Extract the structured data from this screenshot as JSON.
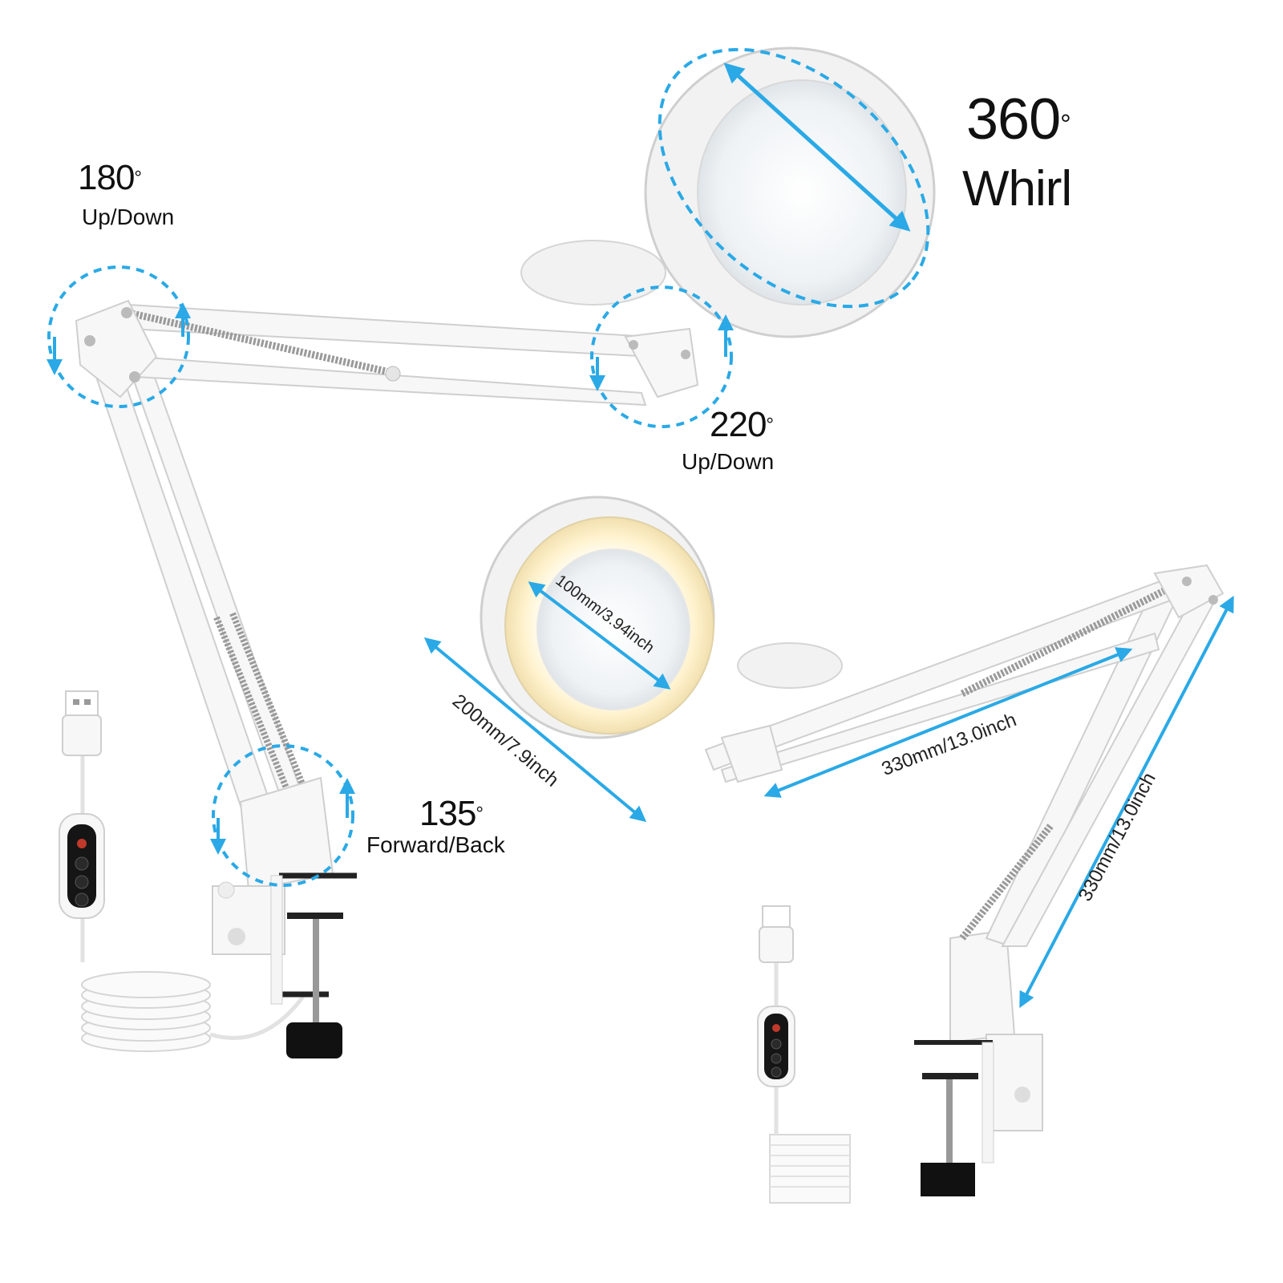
{
  "colors": {
    "accent": "#2aa9e6",
    "lamp_white": "#f4f4f4",
    "lamp_edge": "#cfcfcf",
    "led_warm": "#fff2cc",
    "knob": "#111111"
  },
  "rotation_labels": {
    "top_left": {
      "value": "180",
      "degree": "°",
      "caption": "Up/Down"
    },
    "middle": {
      "value": "220",
      "degree": "°",
      "caption": "Up/Down"
    },
    "bottom": {
      "value": "135",
      "degree": "°",
      "caption": "Forward/Back"
    },
    "head": {
      "value": "360",
      "degree": "°",
      "caption": "Whirl"
    }
  },
  "dimensions": {
    "lens": "100mm/3.94inch",
    "head": "200mm/7.9inch",
    "upper_arm": "330mm/13.0inch",
    "lower_arm": "330mm/13.0inch"
  },
  "icons": [
    "usb-plug-icon",
    "controller-icon",
    "clamp-icon",
    "led-ring-icon"
  ]
}
